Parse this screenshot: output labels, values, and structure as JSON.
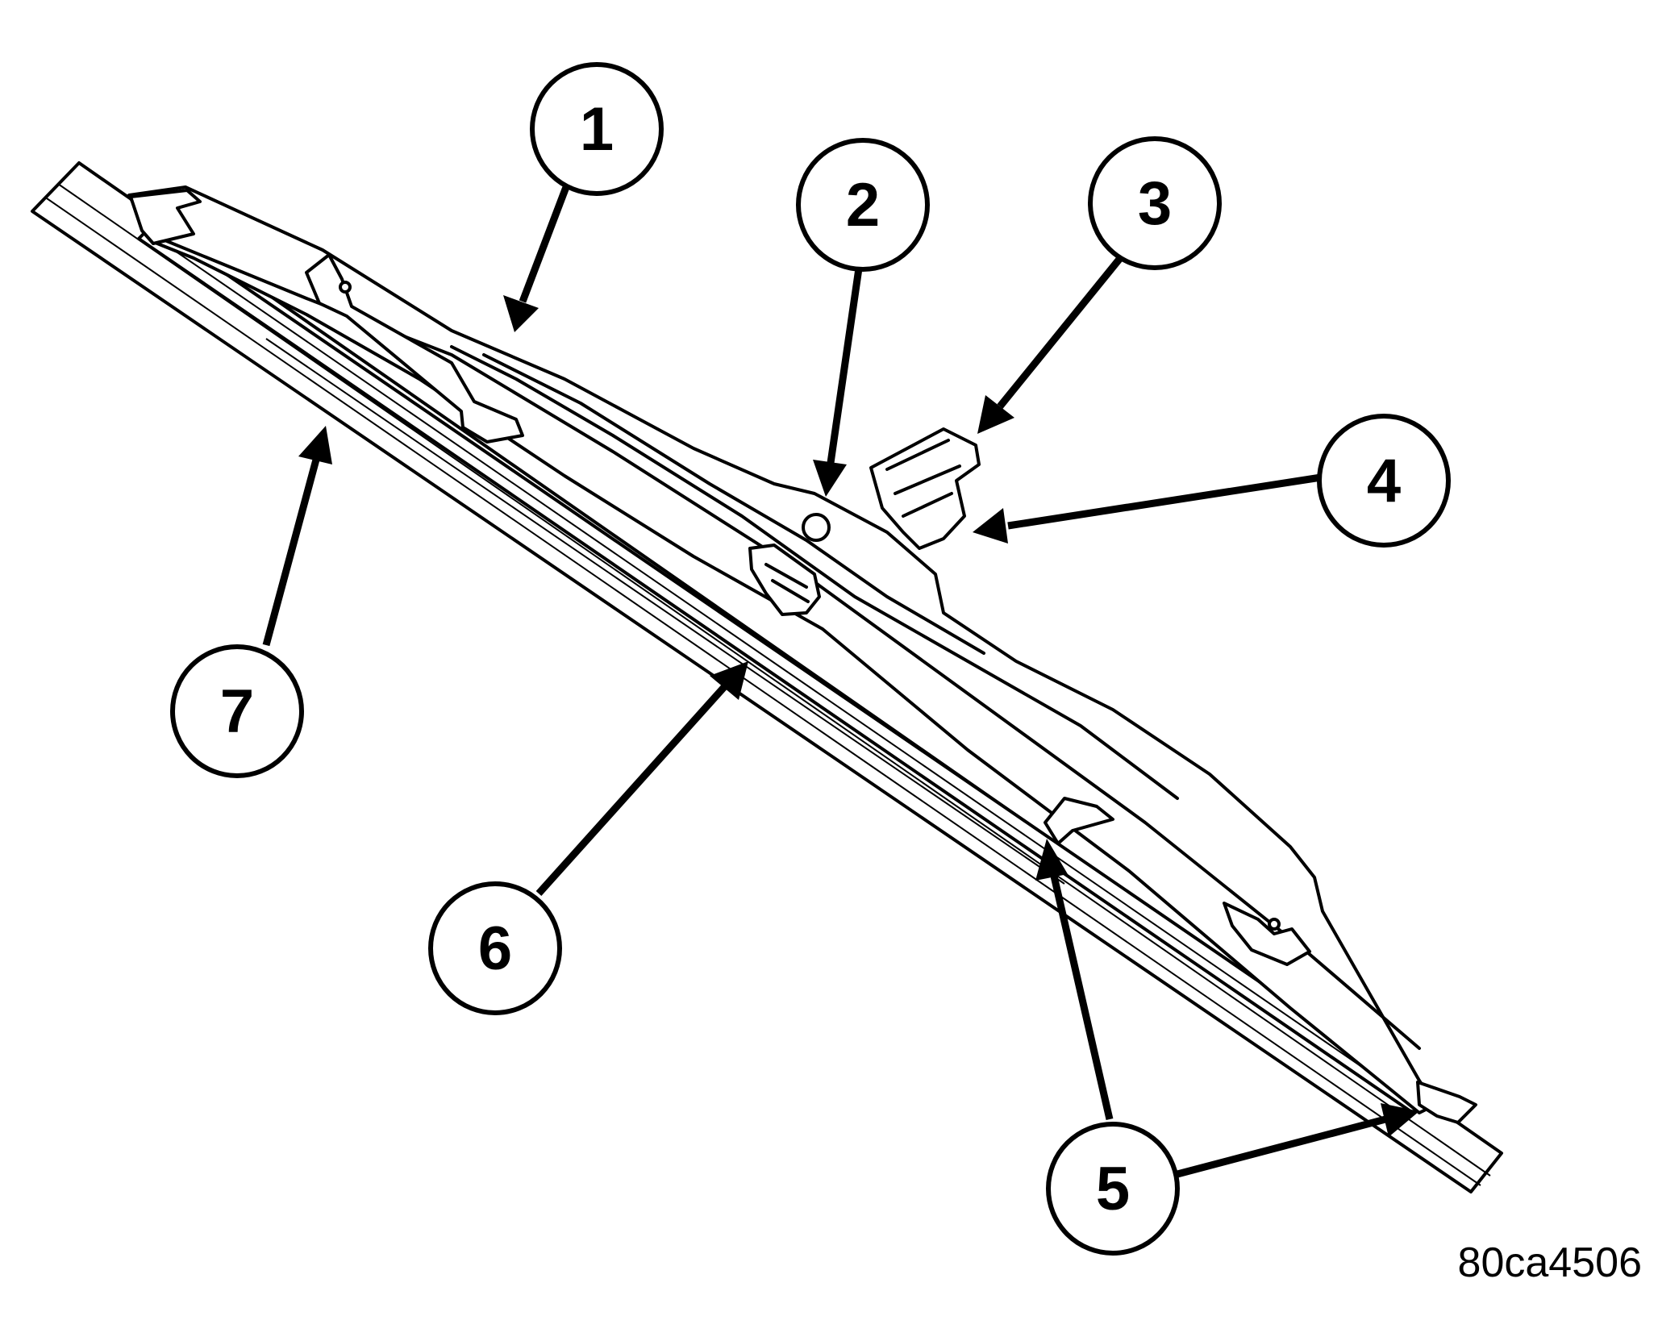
{
  "figure_id": "80ca4506",
  "callouts": [
    {
      "number": "1",
      "part": ""
    },
    {
      "number": "2",
      "part": ""
    },
    {
      "number": "3",
      "part": ""
    },
    {
      "number": "4",
      "part": ""
    },
    {
      "number": "5",
      "part": ""
    },
    {
      "number": "6",
      "part": ""
    },
    {
      "number": "7",
      "part": ""
    }
  ],
  "colors": {
    "ink": "#000000",
    "paper": "#ffffff"
  }
}
